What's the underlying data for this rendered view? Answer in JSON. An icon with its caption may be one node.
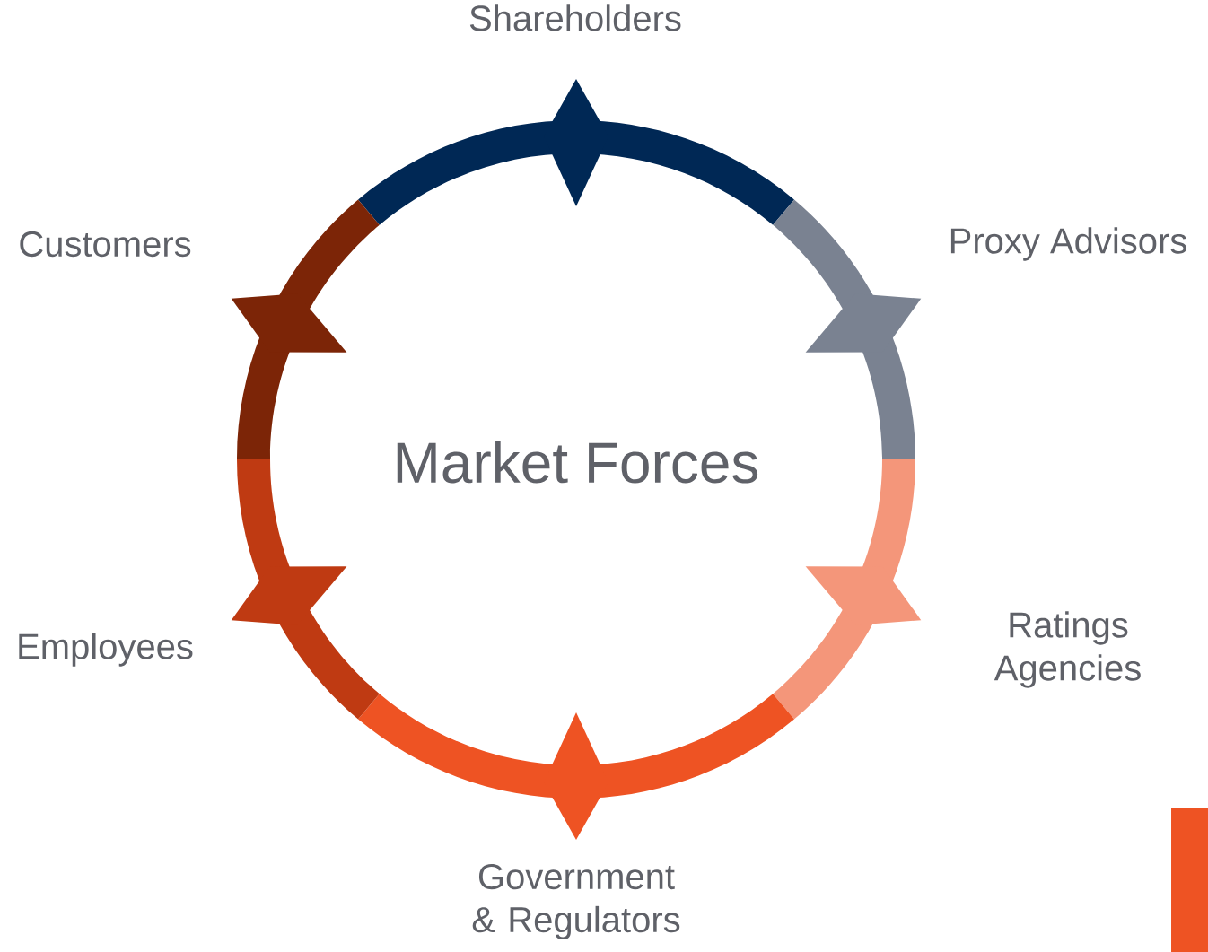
{
  "diagram": {
    "nodes": [
      {
        "text": [
          "Market Forces"
        ]
      },
      {
        "text": [
          "Shareholders"
        ]
      },
      {
        "text": [
          "Proxy Advisors"
        ]
      },
      {
        "text": [
          "Ratings Agencies"
        ]
      },
      {
        "text": [
          "Government & Regulators"
        ]
      },
      {
        "text": [
          "Employees"
        ]
      },
      {
        "text": [
          "Customers"
        ]
      }
    ]
  }
}
